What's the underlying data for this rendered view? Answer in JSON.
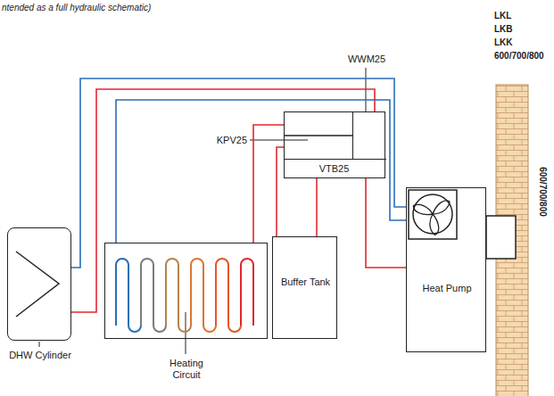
{
  "diagram": {
    "nodes": [
      {
        "text": [
          "DHW Cylinder"
        ]
      },
      {
        "text": [
          "Heating Circuit"
        ]
      },
      {
        "text": [
          "Buffer Tank"
        ]
      },
      {
        "text": [
          "VTB25"
        ]
      },
      {
        "text": [
          "KPV25"
        ],
        "in": 3
      },
      {
        "text": [
          "WWM25"
        ],
        "in": 3
      },
      {
        "text": [
          "Heat Pump"
        ]
      }
    ],
    "edges": [
      {
        "from": 0,
        "to": 5,
        "arrow": "none"
      },
      {
        "from": 0,
        "to": 6,
        "arrow": "none"
      },
      {
        "from": 1,
        "to": 6,
        "arrow": "none"
      },
      {
        "from": 1,
        "to": 4,
        "arrow": "none"
      },
      {
        "from": 4,
        "to": 2,
        "arrow": "none"
      },
      {
        "from": 3,
        "to": 2,
        "arrow": "none"
      },
      {
        "from": 3,
        "to": 6,
        "arrow": "none"
      }
    ],
    "labels": [
      "ntended as a full hydraulic schematic)",
      "LKL",
      "LKB",
      "LKK",
      "600/700/800",
      "600/700/800"
    ]
  }
}
